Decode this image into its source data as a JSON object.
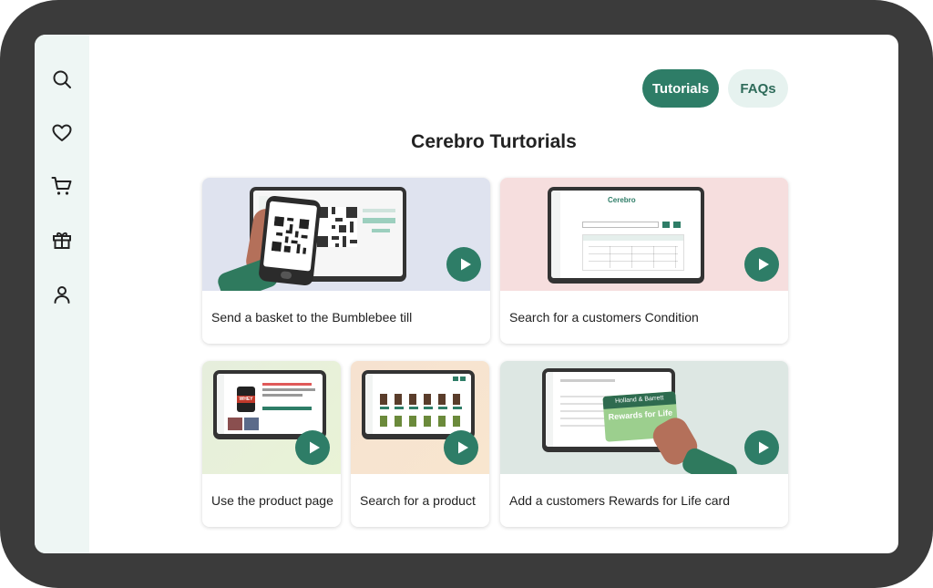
{
  "tabs": {
    "tutorials_label": "Tutorials",
    "faqs_label": "FAQs"
  },
  "page": {
    "title": "Cerebro Turtorials"
  },
  "sidebar": {
    "items": [
      {
        "icon": "search-icon"
      },
      {
        "icon": "heart-icon"
      },
      {
        "icon": "cart-icon"
      },
      {
        "icon": "gift-icon"
      },
      {
        "icon": "user-icon"
      }
    ]
  },
  "cards": [
    {
      "caption": "Send a basket to the Bumblebee till",
      "bg": "#dfe3ef"
    },
    {
      "caption": "Search for a customers Condition",
      "bg": "#f6dede"
    },
    {
      "caption": "Use the product page",
      "bg": "#e8f1dc"
    },
    {
      "caption": "Search for a product",
      "bg": "#f7e4d2"
    },
    {
      "caption": "Add a customers Rewards for Life card",
      "bg": "#dde7e3"
    }
  ],
  "thumb_text": {
    "cerebro_logo": "Cerebro",
    "rewards_brand": "Holland & Barrett",
    "rewards_label": "Rewards for Life",
    "whey_label": "WHEY"
  },
  "colors": {
    "accent": "#2e7d67",
    "accent_light": "#e6f2ef",
    "sidebar_bg": "#eef6f4",
    "device_frame": "#3b3b3b"
  }
}
